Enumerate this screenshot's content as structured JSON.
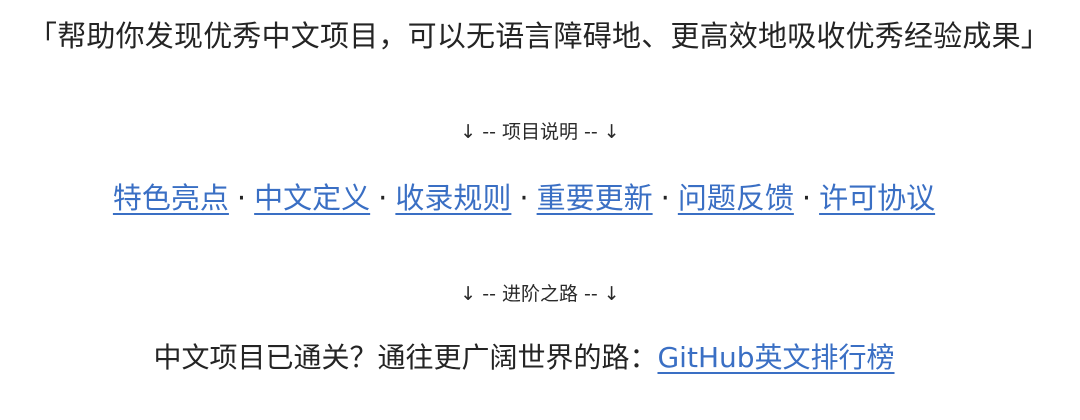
{
  "tagline": "「帮助你发现优秀中文项目，可以无语言障碍地、更高效地吸收优秀经验成果」",
  "section_project": {
    "arrow_left": "↓",
    "label": "-- 项目说明 --",
    "arrow_right": "↓"
  },
  "nav": {
    "separator": "·",
    "links": [
      {
        "label": "特色亮点"
      },
      {
        "label": "中文定义"
      },
      {
        "label": "收录规则"
      },
      {
        "label": "重要更新"
      },
      {
        "label": "问题反馈"
      },
      {
        "label": "许可协议"
      }
    ]
  },
  "section_advance": {
    "arrow_left": "↓",
    "label": "-- 进阶之路 --",
    "arrow_right": "↓"
  },
  "advance": {
    "text": "中文项目已通关？通往更广阔世界的路：",
    "link_label": "GitHub英文排行榜"
  },
  "colors": {
    "link": "#3a6fc4",
    "text": "#242424",
    "background": "#ffffff"
  }
}
